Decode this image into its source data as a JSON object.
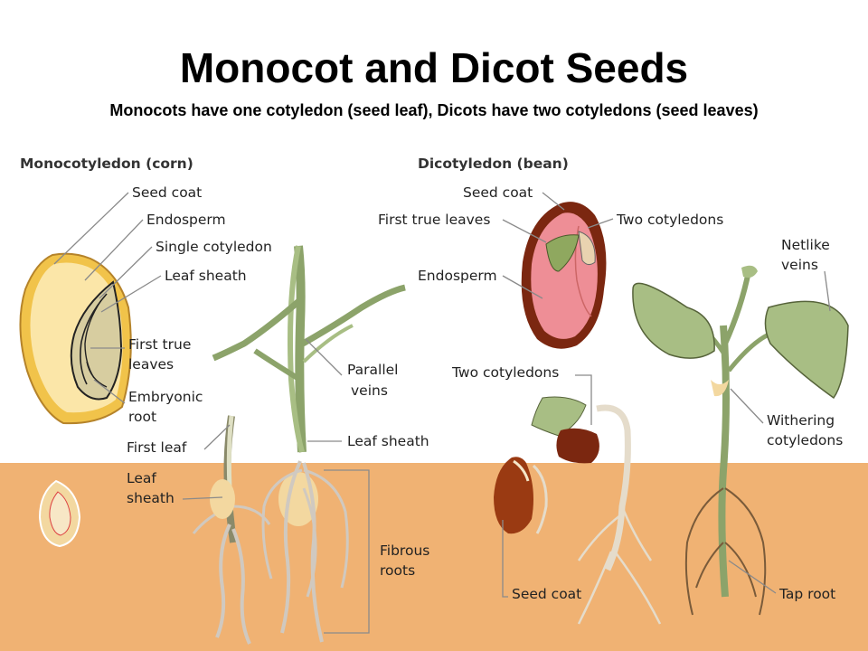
{
  "title": "Monocot and Dicot Seeds",
  "subtitle": "Monocots have one cotyledon (seed leaf), Dicots have two cotyledons (seed leaves)",
  "colors": {
    "soil": "#f0b273",
    "leaf": "#a8be84",
    "seed_coat_bean": "#7b2710",
    "endosperm_bean": "#ee8e96",
    "endosperm_corn": "#fbe6a8",
    "corn_coat": "#f1c34a"
  },
  "monocot": {
    "heading": "Monocotyledon (corn)",
    "labels": {
      "seed_coat": "Seed coat",
      "endosperm": "Endosperm",
      "single_cotyledon": "Single cotyledon",
      "leaf_sheath": "Leaf sheath",
      "first_true_1": "First true",
      "first_true_2": "leaves",
      "embryonic_1": "Embryonic",
      "embryonic_2": "root",
      "first_leaf": "First leaf",
      "leaf_sheath2_1": "Leaf",
      "leaf_sheath2_2": "sheath",
      "parallel_1": "Parallel",
      "parallel_2": "veins",
      "leaf_sheath3": "Leaf sheath",
      "fibrous_1": "Fibrous",
      "fibrous_2": "roots"
    }
  },
  "dicot": {
    "heading": "Dicotyledon (bean)",
    "labels": {
      "seed_coat": "Seed coat",
      "first_true": "First true leaves",
      "two_cot": "Two cotyledons",
      "endosperm": "Endosperm",
      "two_cot2": "Two cotyledons",
      "netlike_1": "Netlike",
      "netlike_2": "veins",
      "withering_1": "Withering",
      "withering_2": "cotyledons",
      "seed_coat2": "Seed coat",
      "tap_root": "Tap root"
    }
  }
}
